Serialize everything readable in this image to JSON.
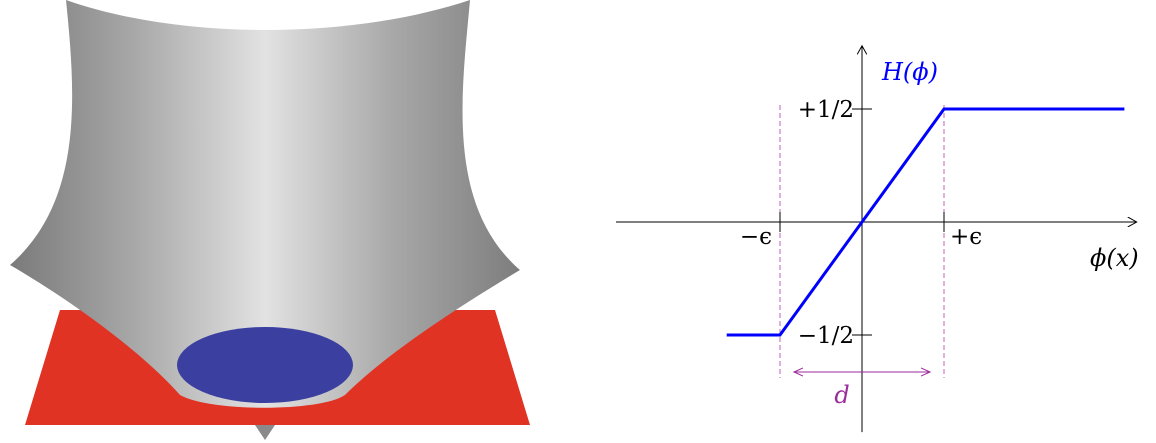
{
  "surface_figure": {
    "colors": {
      "surface": "#b9b9b9",
      "plane": "#e03324",
      "zero_level_set": "#3a3fa0"
    }
  },
  "chart_data": {
    "type": "line",
    "colors": {
      "curve": "#0000ff",
      "guide": "#c060c0",
      "axes": "#000000",
      "annotation": "#9b2b9b"
    },
    "series": [
      {
        "name": "H(ϕ)",
        "points": [
          [
            -1.65,
            -0.5
          ],
          [
            -1,
            -0.5
          ],
          [
            1,
            0.5
          ],
          [
            3.2,
            0.5
          ]
        ]
      }
    ],
    "xlim": [
      -3.0,
      3.35
    ],
    "ylim": [
      -0.93,
      0.78
    ],
    "grid": false,
    "labels": {
      "curve": "H(ϕ)",
      "x_axis": "ϕ(x)",
      "y_top": "+1/2",
      "y_bottom": "−1/2",
      "x_left": "−ϵ",
      "x_right": "+ϵ",
      "width": "d"
    }
  }
}
